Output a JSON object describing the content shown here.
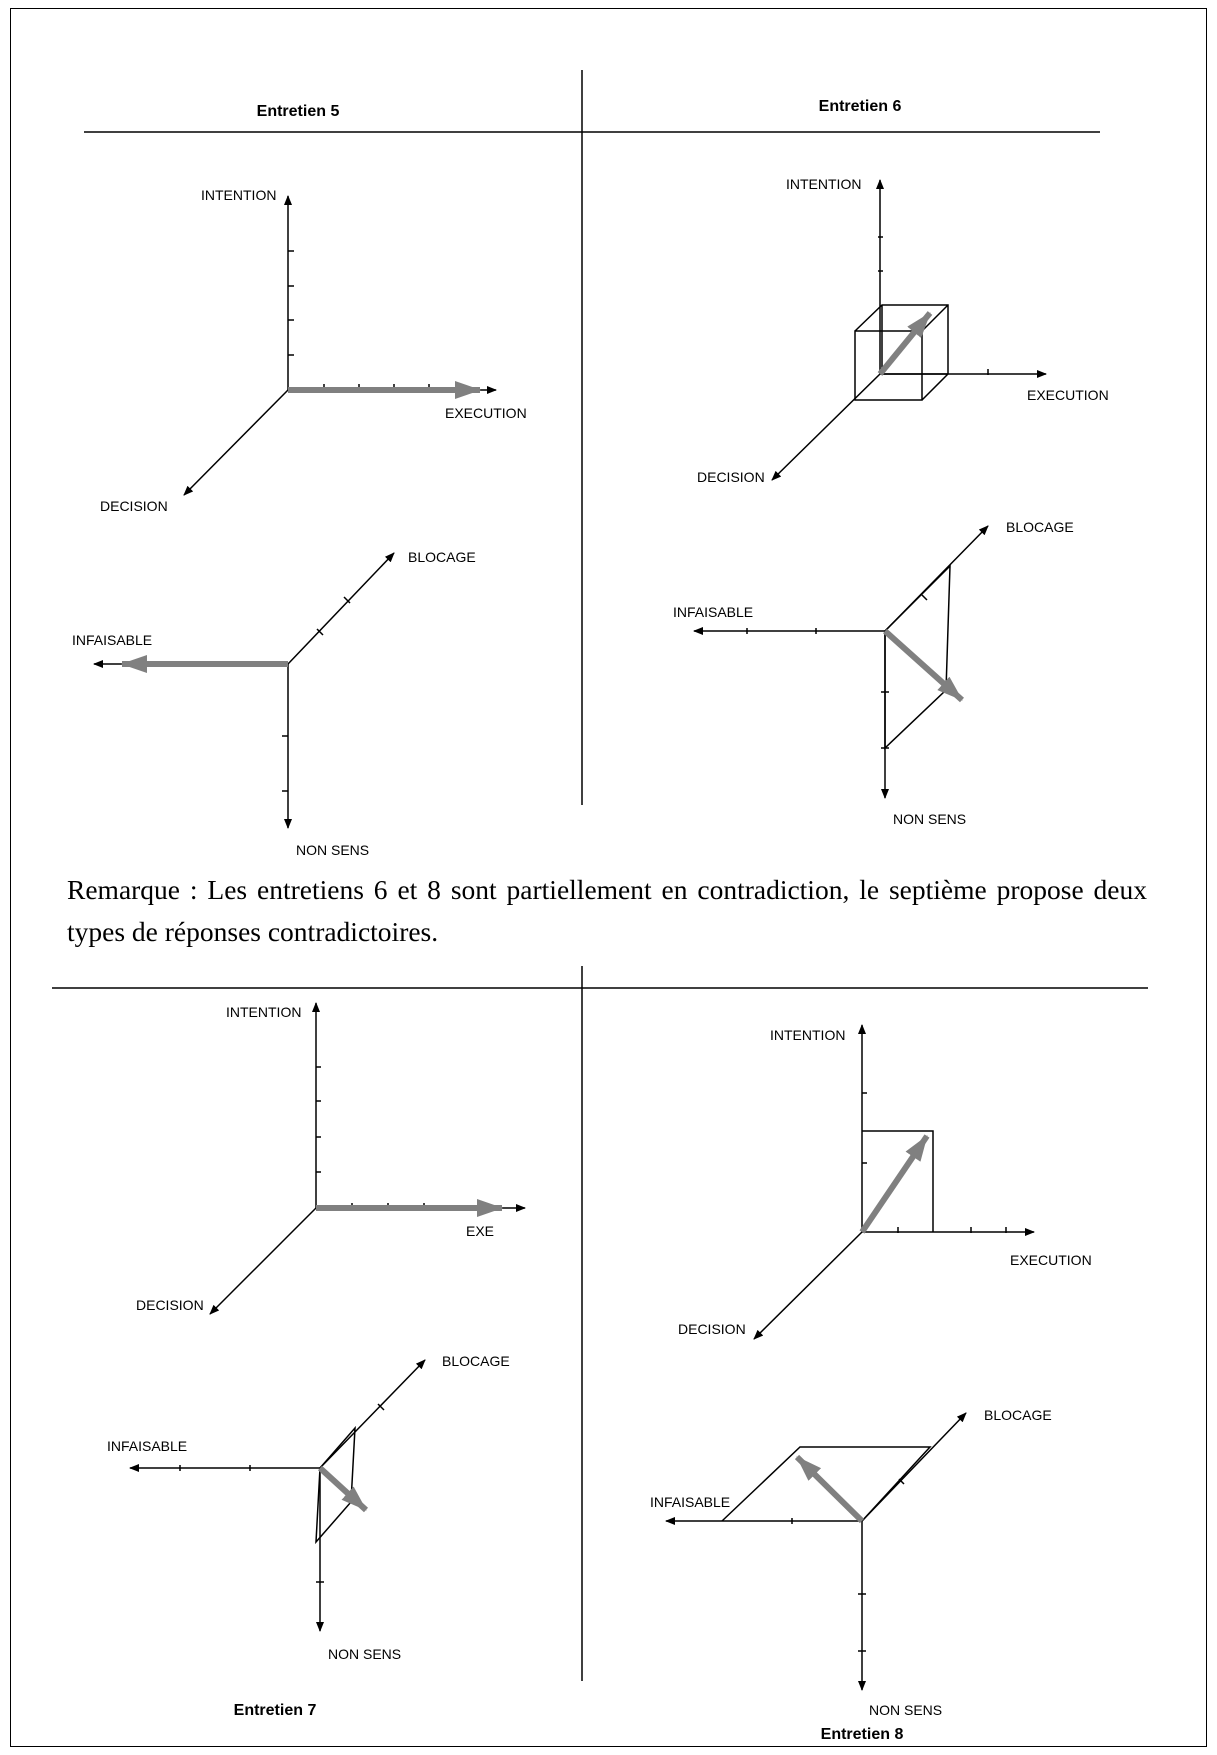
{
  "panels": {
    "entretien5": {
      "title": "Entretien 5",
      "axes": {
        "intention": "INTENTION",
        "execution": "EXECUTION",
        "decision": "DECISION",
        "blocage": "BLOCAGE",
        "infaisable": "INFAISABLE",
        "non_sens": "NON SENS"
      }
    },
    "entretien6": {
      "title": "Entretien 6",
      "axes": {
        "intention": "INTENTION",
        "execution": "EXECUTION",
        "decision": "DECISION",
        "blocage": "BLOCAGE",
        "infaisable": "INFAISABLE",
        "non_sens": "NON SENS"
      }
    },
    "entretien7": {
      "title": "Entretien 7",
      "axes": {
        "intention": "INTENTION",
        "execution": "EXE",
        "decision": "DECISION",
        "blocage": "BLOCAGE",
        "infaisable": "INFAISABLE",
        "non_sens": "NON SENS"
      }
    },
    "entretien8": {
      "title": "Entretien 8",
      "axes": {
        "intention": "INTENTION",
        "execution": "EXECUTION",
        "decision": "DECISION",
        "blocage": "BLOCAGE",
        "infaisable": "INFAISABLE",
        "non_sens": "NON SENS"
      }
    }
  },
  "remark": "Remarque : Les entretiens 6 et 8 sont partiellement en contradiction, le septième propose deux types de réponses contradictoires.",
  "colors": {
    "vector": "#808080",
    "axis": "#000000",
    "background": "#ffffff"
  }
}
